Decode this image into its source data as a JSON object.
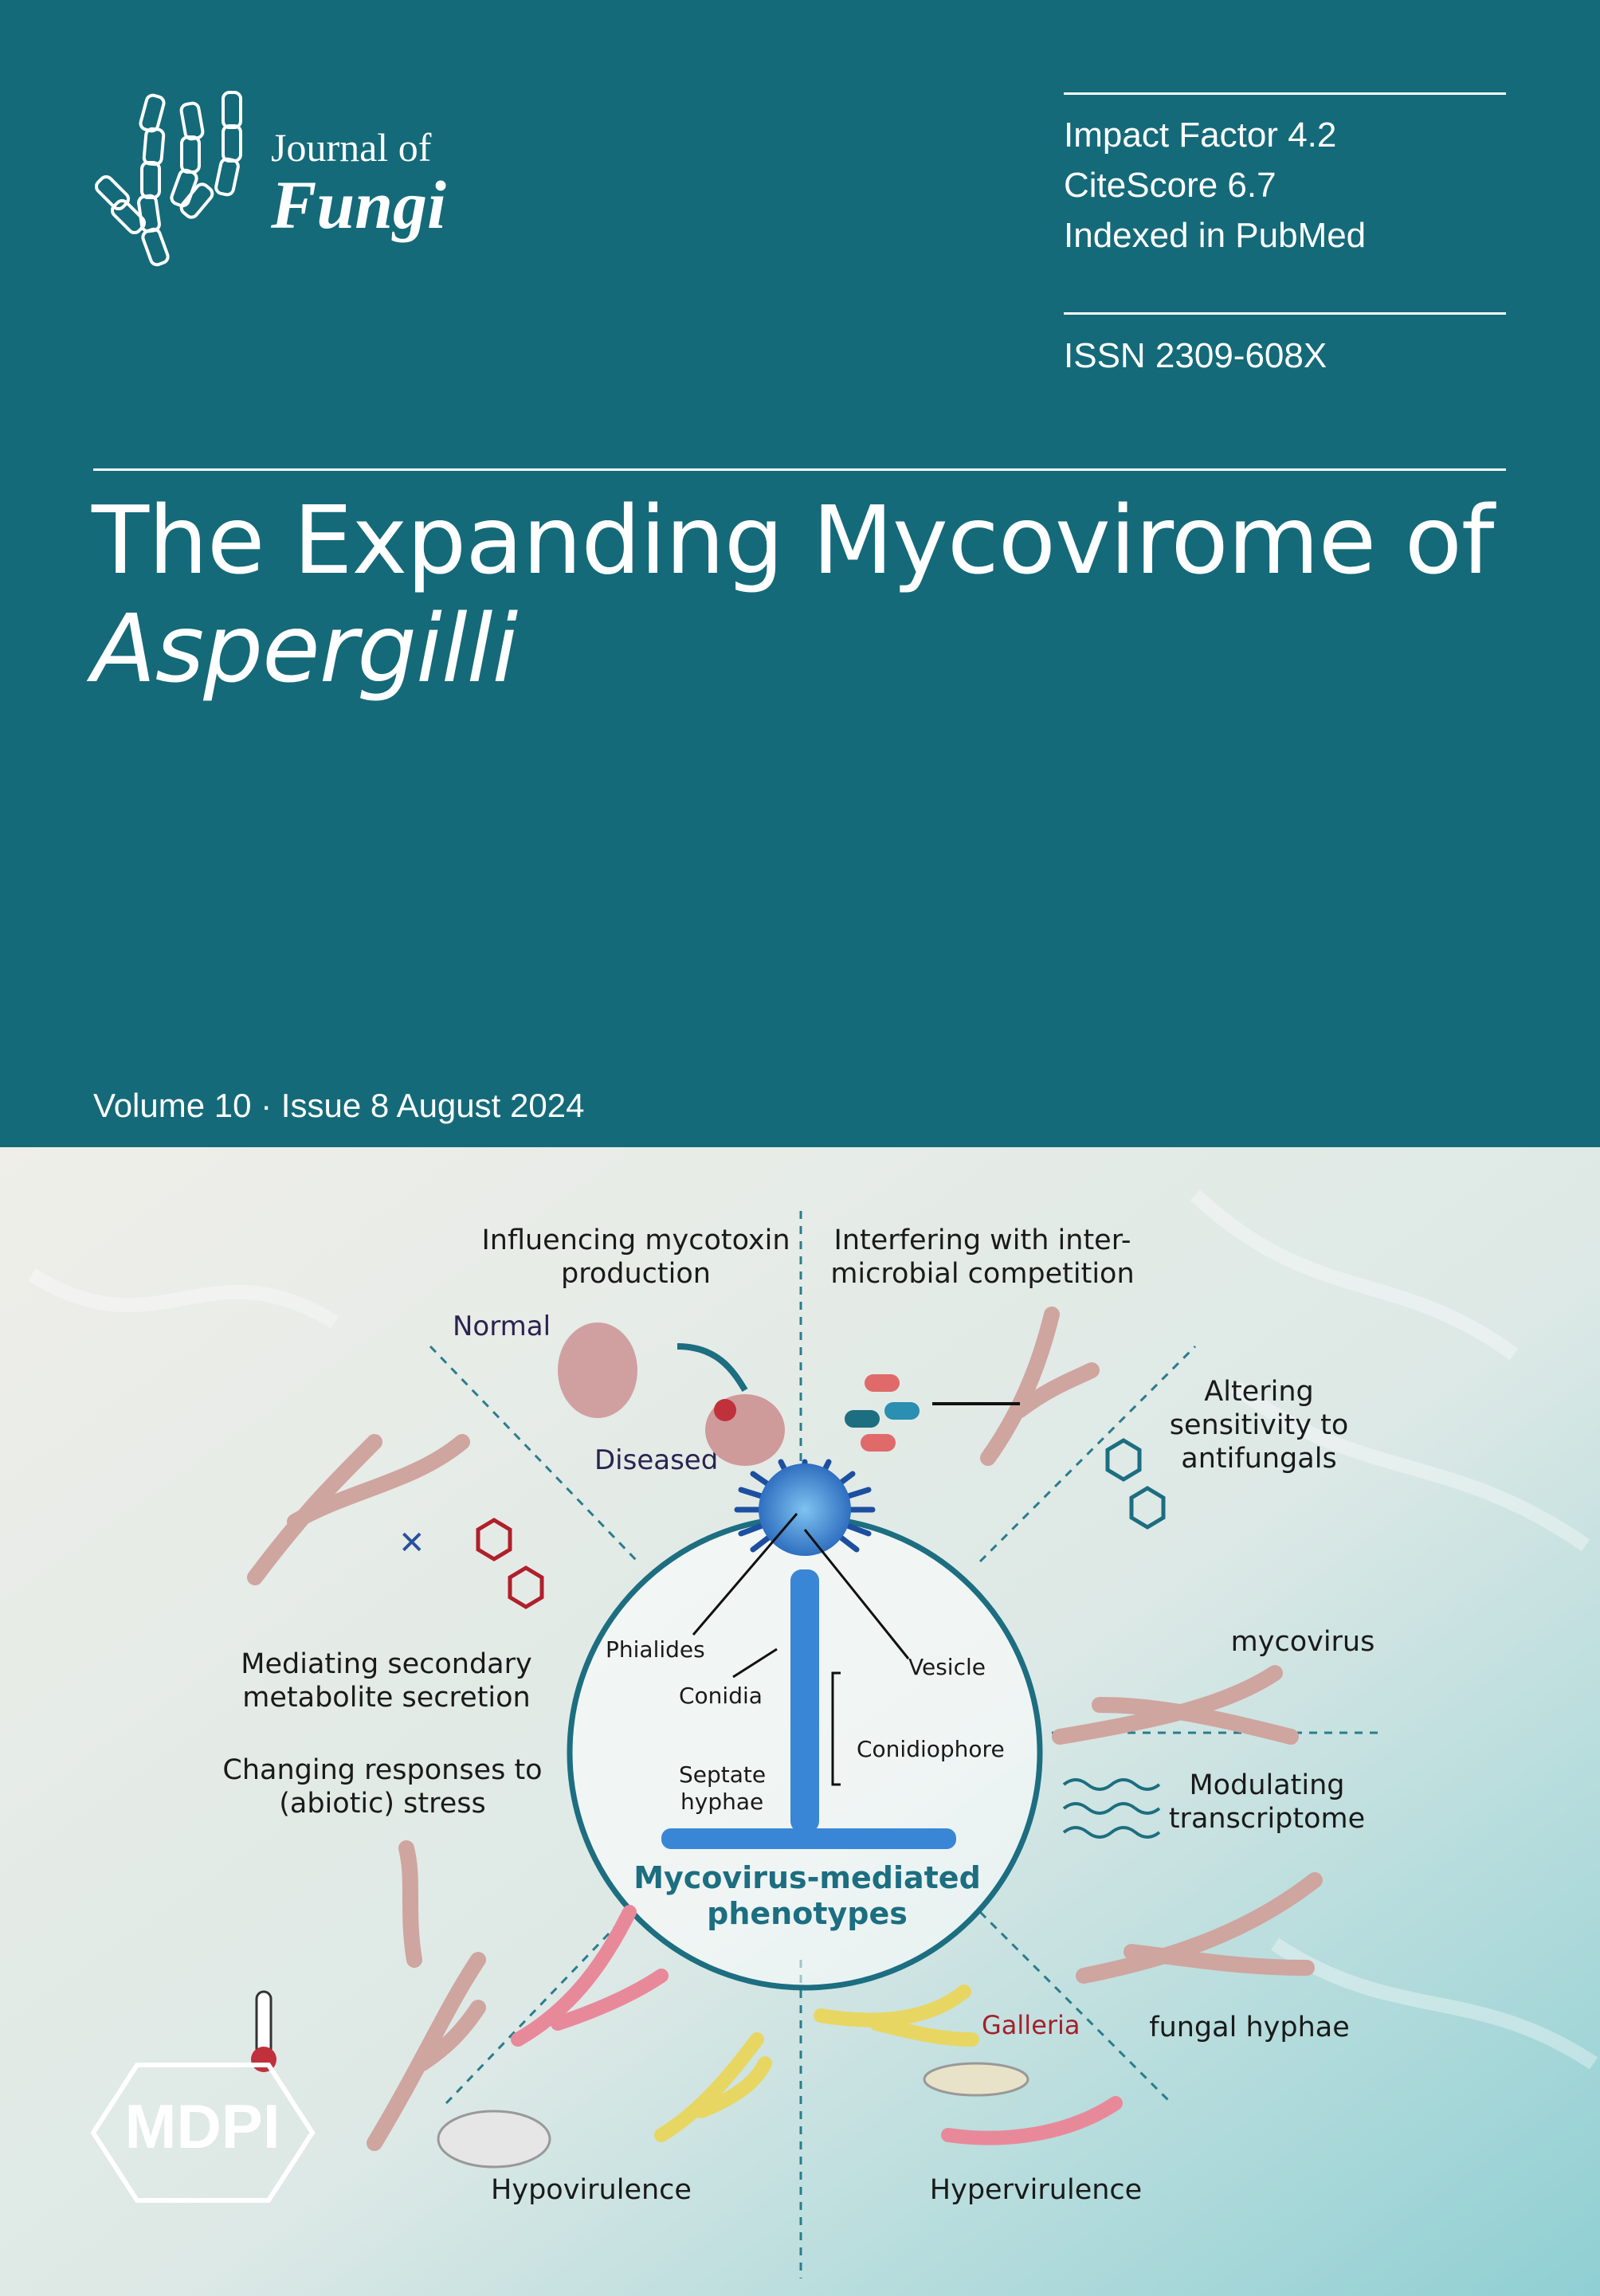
{
  "journal": {
    "line1": "Journal of",
    "line2": "Fungi"
  },
  "metrics": [
    "Impact Factor 4.2",
    "CiteScore 6.7",
    "Indexed in PubMed"
  ],
  "issn": "ISSN 2309-608X",
  "title": {
    "line1": "The Expanding Mycovirome of",
    "line2": "Aspergilli"
  },
  "volume": "Volume 10 · Issue 8 August 2024",
  "figure": {
    "center_title": [
      "Mycovirus-mediated",
      "phenotypes"
    ],
    "parts": [
      "Phialides",
      "Vesicle",
      "Conidia",
      "Conidiophore",
      "Septate",
      "hyphae"
    ],
    "sections": {
      "mycotoxin": [
        "Influencing mycotoxin",
        "production"
      ],
      "competition": [
        "Interfering with inter-",
        "microbial competition"
      ],
      "antifungal": [
        "Altering",
        "sensitivity to",
        "antifungals"
      ],
      "secondary": [
        "Mediating secondary",
        "metabolite secretion"
      ],
      "stress": [
        "Changing responses to",
        "(abiotic) stress"
      ],
      "transcriptome": [
        "Modulating",
        "transcriptome"
      ],
      "hypo": "Hypovirulence",
      "hyper": "Hypervirulence"
    },
    "normal": "Normal",
    "diseased": "Diseased",
    "mycovirus": "mycovirus",
    "fungal_hyphae": "fungal hyphae",
    "galleria": "Galleria"
  },
  "publisher": "MDPI",
  "colors": {
    "teal": "#146a79",
    "center": "#1c6e80",
    "hyphae": "#d9b3ad"
  }
}
